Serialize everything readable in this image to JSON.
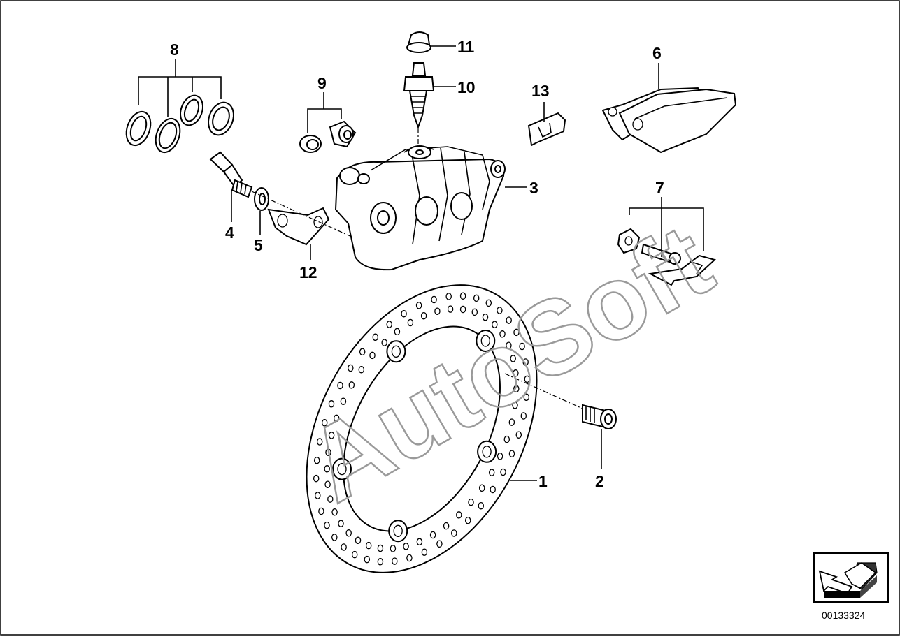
{
  "diagram": {
    "callouts": [
      {
        "id": "1",
        "label": "1"
      },
      {
        "id": "2",
        "label": "2"
      },
      {
        "id": "3",
        "label": "3"
      },
      {
        "id": "4",
        "label": "4"
      },
      {
        "id": "5",
        "label": "5"
      },
      {
        "id": "6",
        "label": "6"
      },
      {
        "id": "7",
        "label": "7"
      },
      {
        "id": "8",
        "label": "8"
      },
      {
        "id": "9",
        "label": "9"
      },
      {
        "id": "10",
        "label": "10"
      },
      {
        "id": "11",
        "label": "11"
      },
      {
        "id": "12",
        "label": "12"
      },
      {
        "id": "13",
        "label": "13"
      }
    ],
    "watermark": "AutoSoft",
    "document_number": "00133324",
    "nav_icon": "arrow-down-left-icon"
  }
}
